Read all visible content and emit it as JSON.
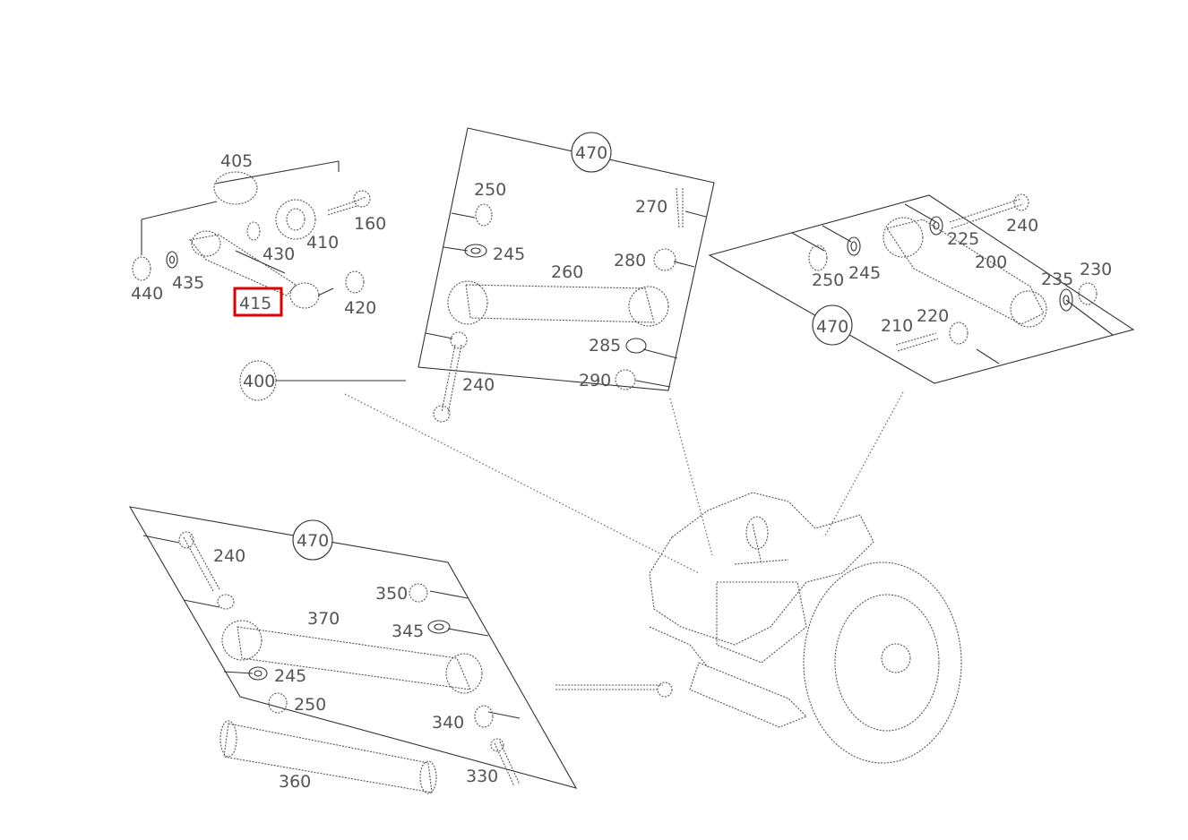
{
  "diagram": {
    "highlight_color": "#e00000",
    "highlighted_label": "415",
    "labels": {
      "l405": "405",
      "l160": "160",
      "l430": "430",
      "l410": "410",
      "l440": "440",
      "l435": "435",
      "l415": "415",
      "l420": "420",
      "l400": "400",
      "top_470": "470",
      "top_250": "250",
      "top_270": "270",
      "top_245": "245",
      "top_280": "280",
      "top_260": "260",
      "top_285": "285",
      "top_240": "240",
      "top_290": "290",
      "right_470": "470",
      "right_225": "225",
      "right_240": "240",
      "right_250": "250",
      "right_245": "245",
      "right_200": "200",
      "right_235": "235",
      "right_230": "230",
      "right_210": "210",
      "right_220": "220",
      "left_470": "470",
      "left_240": "240",
      "left_350": "350",
      "left_370": "370",
      "left_345": "345",
      "left_245": "245",
      "left_250": "250",
      "left_340": "340",
      "left_360": "360",
      "left_330": "330"
    }
  }
}
